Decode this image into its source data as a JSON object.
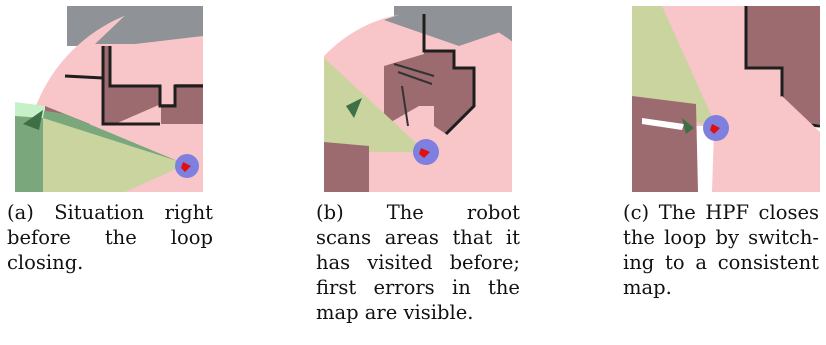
{
  "figures": [
    {
      "caption_lines": [
        "(a) Situation right",
        "before the loop",
        "closing."
      ]
    },
    {
      "caption_lines": [
        "(b) The robot",
        "scans areas that it",
        "has visited before;",
        "first errors in the",
        "map are visible."
      ]
    },
    {
      "caption_lines": [
        "(c) The HPF closes",
        "the loop by switch-",
        "ing to a consistent",
        "map."
      ]
    }
  ],
  "colors": {
    "scan_pink": "#f8c6c8",
    "wall_brown": "#9c6b6f",
    "unknown_gray": "#8f9296",
    "fov_yellowgreen": "#c9d49f",
    "green_area": "#7aa77b",
    "robot_blue": "#7f7fe0",
    "robot_red": "#e01010"
  }
}
